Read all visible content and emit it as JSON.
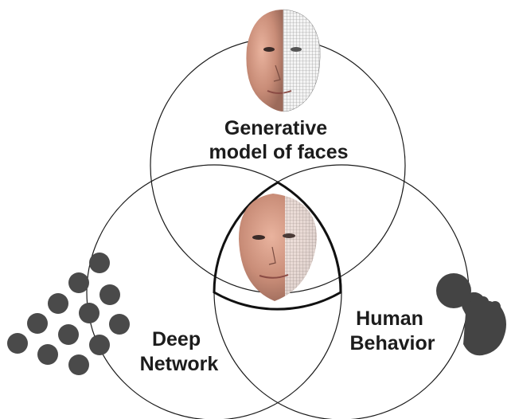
{
  "diagram": {
    "sets": [
      {
        "id": "generative",
        "label_lines": [
          "Generative",
          "model of faces"
        ]
      },
      {
        "id": "deep",
        "label_lines": [
          "Deep",
          "Network"
        ]
      },
      {
        "id": "human",
        "label_lines": [
          "Human",
          "Behavior"
        ]
      }
    ],
    "colors": {
      "outline": "#1a1a1a",
      "dots": "#4a4a4a",
      "hand": "#444444",
      "text": "#1c1c1c"
    },
    "icons": {
      "top": "face-mesh-image",
      "center": "face-mesh-image",
      "left": "neural-network-dots-icon",
      "right": "pointing-hand-icon"
    }
  }
}
